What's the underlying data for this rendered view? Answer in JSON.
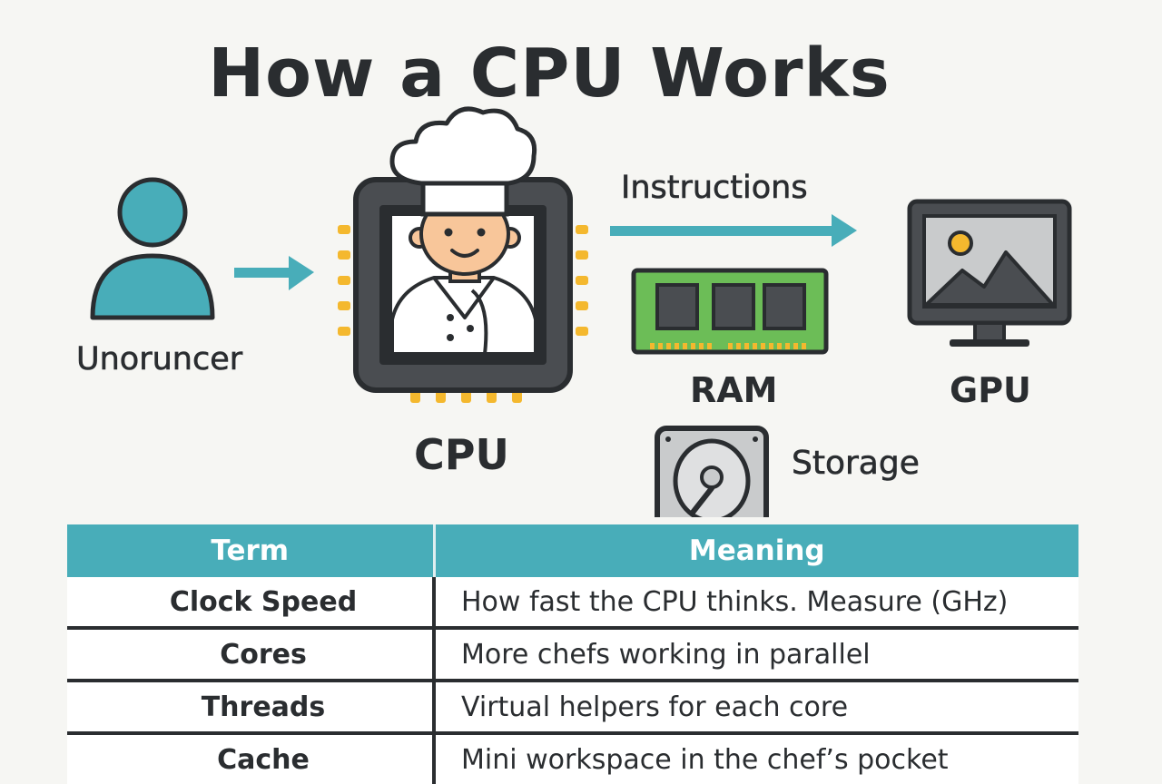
{
  "title": "How a CPU Works",
  "nodes": {
    "user_label": "Unoruncer",
    "cpu_label": "CPU",
    "instructions_label": "Instructions",
    "ram_label": "RAM",
    "gpu_label": "GPU",
    "storage_label": "Storage"
  },
  "table": {
    "headers": [
      "Term",
      "Meaning"
    ],
    "rows": [
      {
        "term": "Clock Speed",
        "meaning": "How fast the CPU thinks. Measure (GHz)"
      },
      {
        "term": "Cores",
        "meaning": "More chefs working in parallel"
      },
      {
        "term": "Threads",
        "meaning": "Virtual helpers for each core"
      },
      {
        "term": "Cache",
        "meaning": "Mini workspace in the chef’s pocket"
      }
    ]
  },
  "colors": {
    "accent": "#48adb9",
    "dark": "#2a2d30",
    "pin": "#f4b82e",
    "ram_board": "#6cbd57",
    "skin": "#f8c69a",
    "background": "#f6f6f3"
  },
  "icons": [
    "user-icon",
    "arrow-right-icon",
    "cpu-chef-icon",
    "ram-icon",
    "monitor-icon",
    "hard-drive-icon"
  ]
}
